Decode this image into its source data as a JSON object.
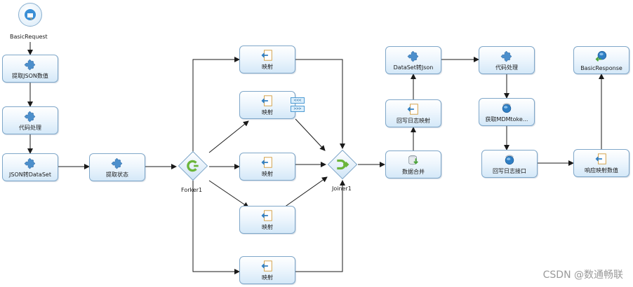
{
  "nodes": {
    "basic_request": "BasicRequest",
    "extract_json": "提取JSON数值",
    "code_process_1": "代码处理",
    "json_to_dataset": "JSON转DataSet",
    "extract_status": "提取状态",
    "forker": "Forker1",
    "map_1": "映射",
    "map_2": "映射",
    "map_3": "映射",
    "map_4": "映射",
    "map_5": "映射",
    "joiner": "Joiner1",
    "data_merge": "数据合并",
    "writeback_log_map": "回写日志映射",
    "dataset_to_json": "DataSet转Json",
    "code_process_2": "代码处理",
    "get_mdm_token": "获取MDMtoke...",
    "writeback_log_api": "回写日志接口",
    "response_map": "响应映射数值",
    "basic_response": "BasicResponse"
  },
  "tags": [
    "<<<",
    ">>>"
  ],
  "watermark": "CSDN @数通畅联",
  "icons": {
    "transform": "puzzle-icon",
    "mapping": "mapping-arrow-icon",
    "database": "database-icon",
    "web": "globe-icon",
    "request": "request-icon",
    "response": "response-icon",
    "fork": "fork-icon",
    "join": "join-icon"
  },
  "colors": {
    "line": "#1a1a1a",
    "node_border": "#7fa7c9",
    "accent_green": "#6bb53b",
    "accent_blue": "#2f7fc4"
  }
}
